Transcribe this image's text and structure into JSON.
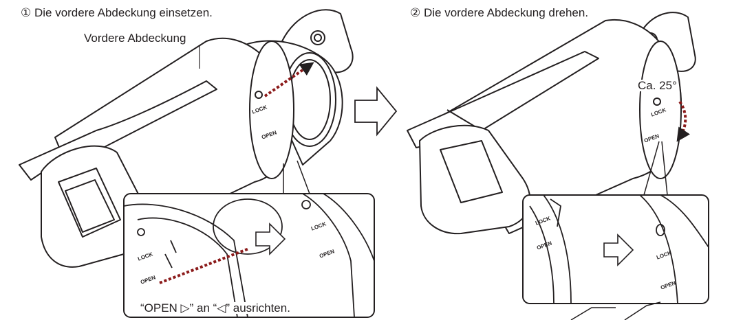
{
  "step1": {
    "title": "① Die vordere Abdeckung einsetzen.",
    "part_label": "Vordere Abdeckung",
    "detail_caption": "“OPEN ▷” an “◁” ausrichten.",
    "ring_label_lock": "LOCK",
    "ring_label_open": "OPEN"
  },
  "step2": {
    "title": "② Die vordere Abdeckung drehen.",
    "angle_label": "Ca. 25°",
    "ring_label_lock": "LOCK",
    "ring_label_open": "OPEN"
  },
  "colors": {
    "line": "#231f20",
    "arrow_dashed": "#8b1a1a",
    "background": "#ffffff"
  },
  "icons": {
    "step_arrow": "outline-right-arrow-icon",
    "rotation_arrow": "curved-dashed-arrow-icon",
    "slide_arrow": "dashed-arrow-icon"
  }
}
